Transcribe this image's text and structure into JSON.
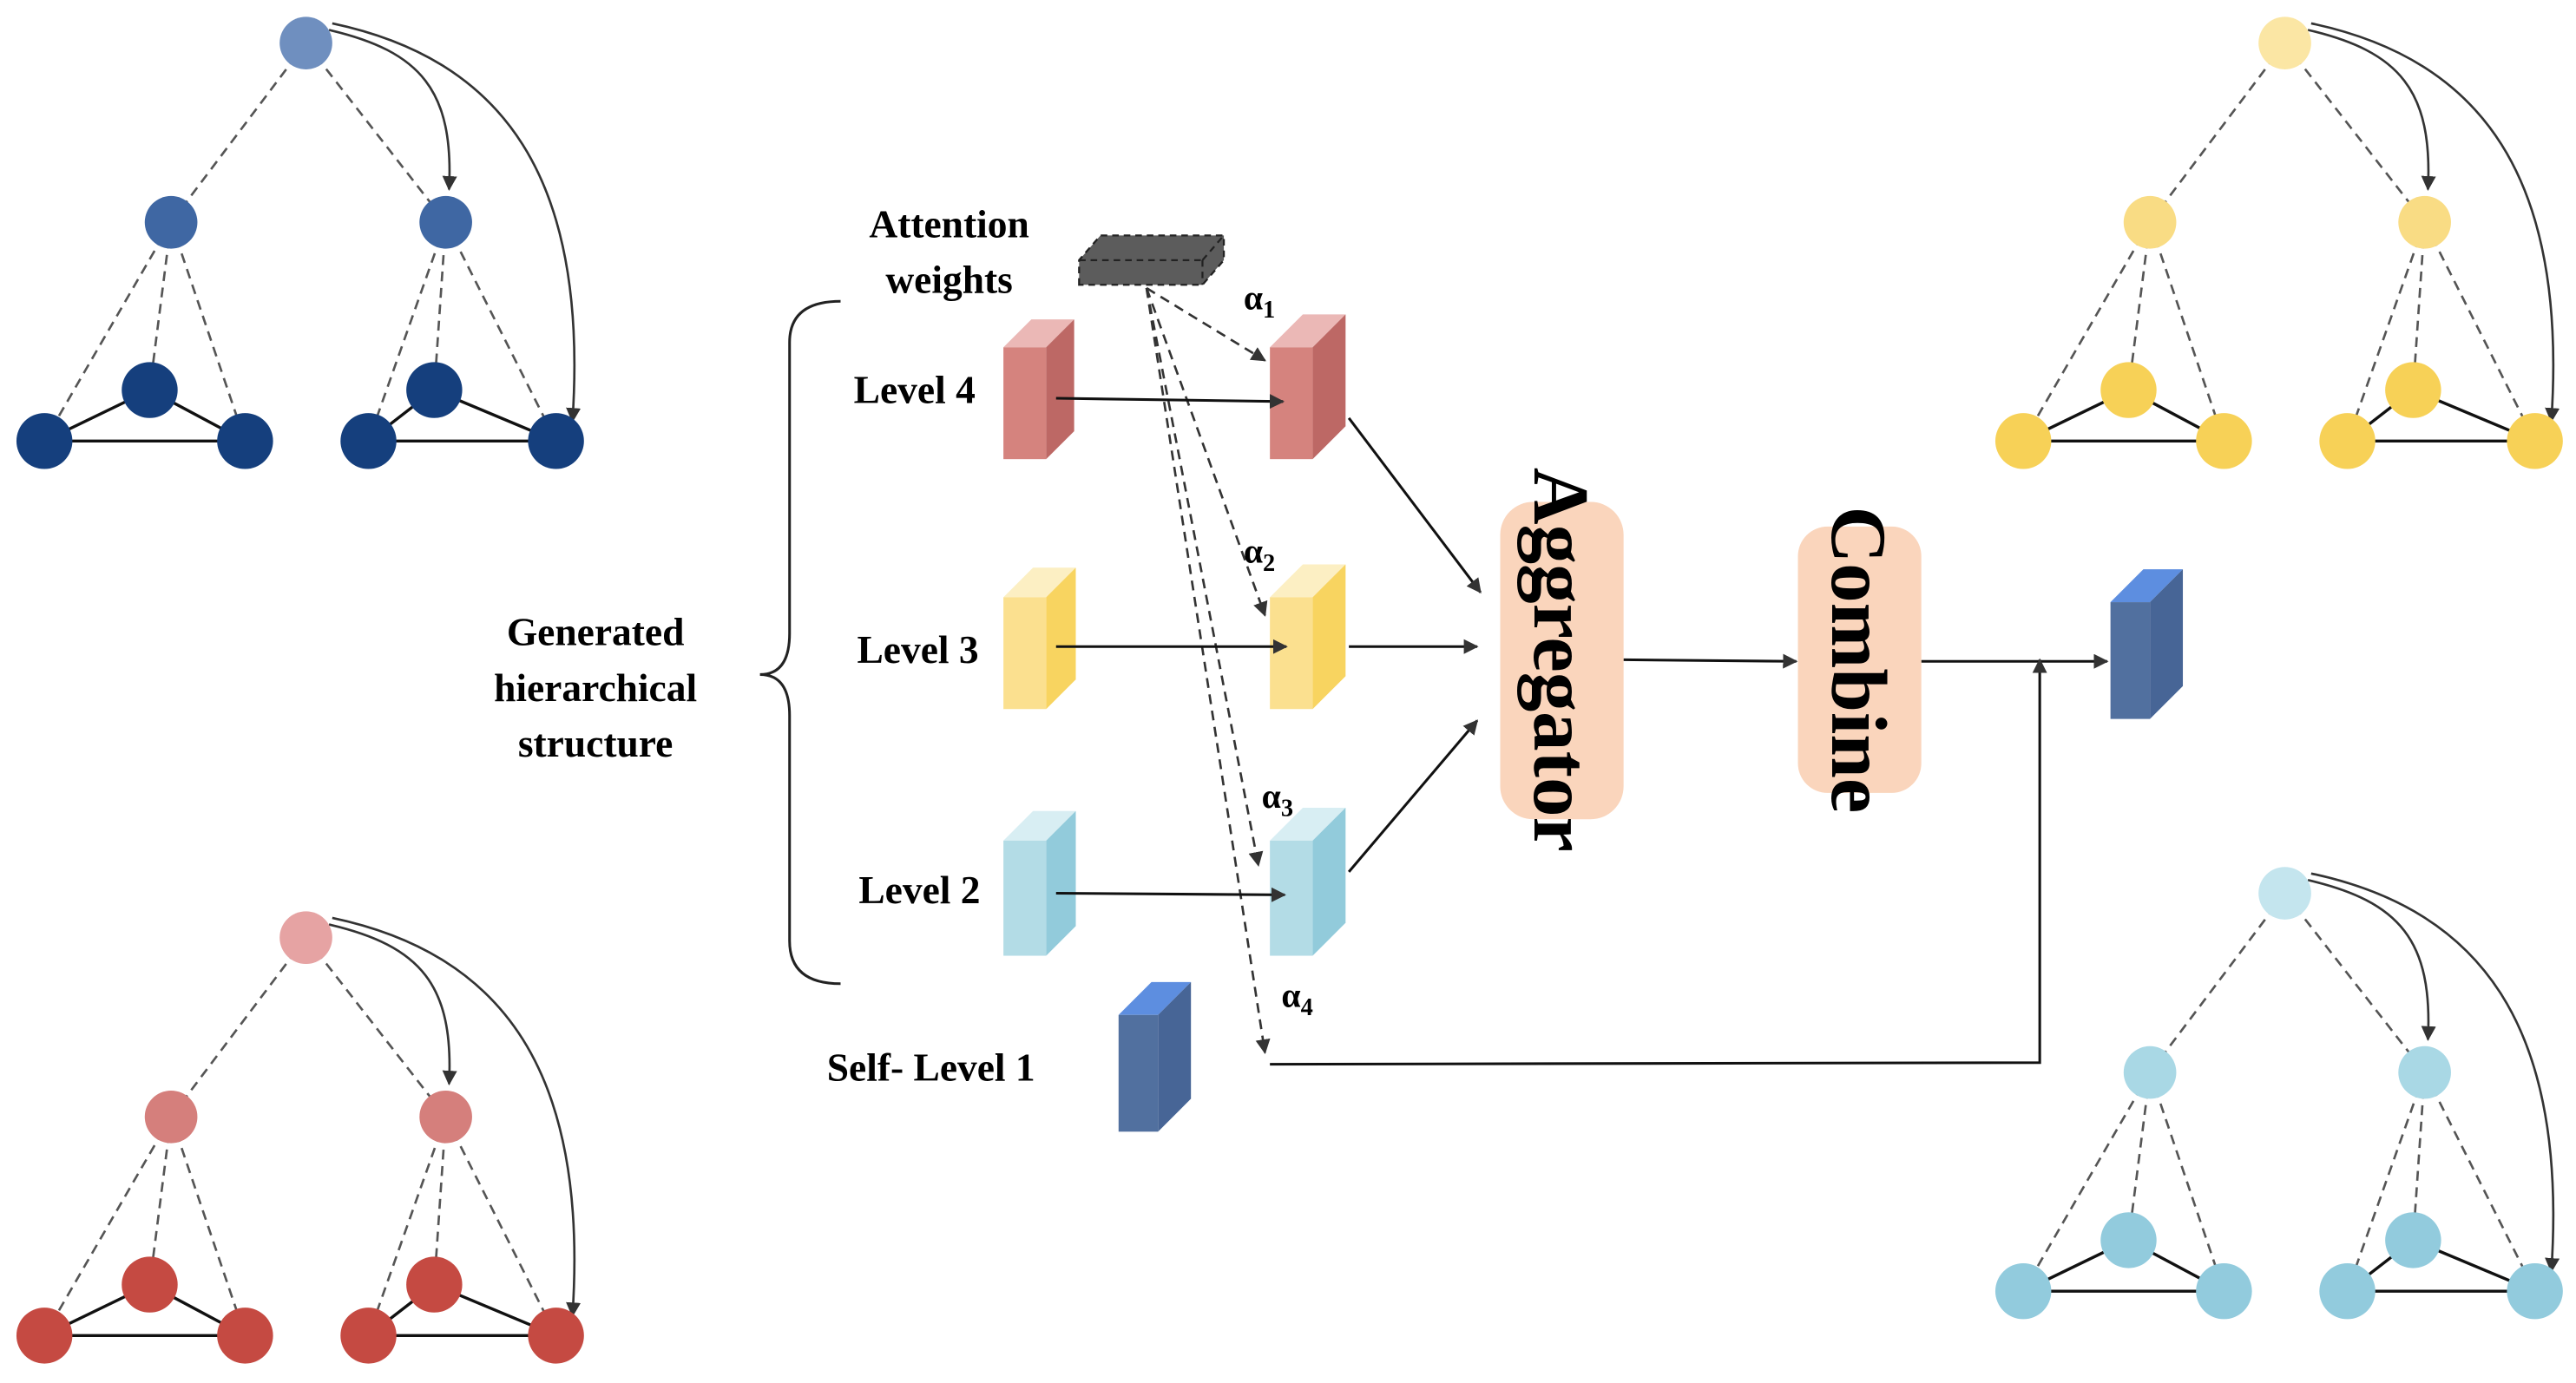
{
  "labels": {
    "attention_line1": "Attention",
    "attention_line2": "weights",
    "level4": "Level 4",
    "level3": "Level 3",
    "level2": "Level 2",
    "self_level1": "Self- Level 1",
    "generated_line1": "Generated",
    "generated_line2": "hierarchical",
    "generated_line3": "structure",
    "aggregator": "Aggregator",
    "combine": "Combine"
  },
  "alphas": [
    {
      "base": "α",
      "sub": "1"
    },
    {
      "base": "α",
      "sub": "2"
    },
    {
      "base": "α",
      "sub": "3"
    },
    {
      "base": "α",
      "sub": "4"
    }
  ],
  "colors": {
    "blue_tree": {
      "root": "#6f8fbf",
      "mid": "#3f67a3",
      "leaf": "#153f7d"
    },
    "yellow_tree": {
      "root": "#fbe6a4",
      "mid": "#f9dc84",
      "leaf": "#f7d157"
    },
    "red_tree": {
      "root": "#e6a3a3",
      "mid": "#d57f7c",
      "leaf": "#c54a42"
    },
    "cyan_tree": {
      "root": "#c4e5ee",
      "mid": "#a9d8e5",
      "leaf": "#92cbdd"
    },
    "level4_front": "#d5837e",
    "level4_top": "#ebb8b6",
    "level4_side": "#bd6865",
    "level3_front": "#fbe08f",
    "level3_top": "#fcefc3",
    "level3_side": "#f8d460",
    "level2_front": "#b3dce6",
    "level2_top": "#d8eef3",
    "level2_side": "#92cbdb",
    "self_front": "#51709f",
    "self_top": "#5d8ee0",
    "self_side": "#476596",
    "box_fill": "#fad5bc",
    "attention_block": "#5c5c5c"
  }
}
